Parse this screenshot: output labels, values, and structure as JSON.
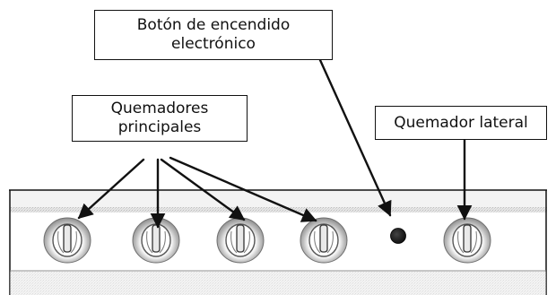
{
  "labels": {
    "ignition": [
      "Botón de encendido",
      "electrónico"
    ],
    "main_burners": [
      "Quemadores",
      "principales"
    ],
    "side_burner": [
      "Quemador lateral"
    ]
  },
  "panel": {
    "main_burner_count": 4,
    "side_burner_count": 1,
    "ignition_button_count": 1
  },
  "colors": {
    "stroke": "#111111",
    "panel_top": "#f2f2f2",
    "panel_stripe": "#bdbdbd",
    "knob_ring": "#c4c4c4",
    "ignition_button": "#1f1f1f"
  }
}
